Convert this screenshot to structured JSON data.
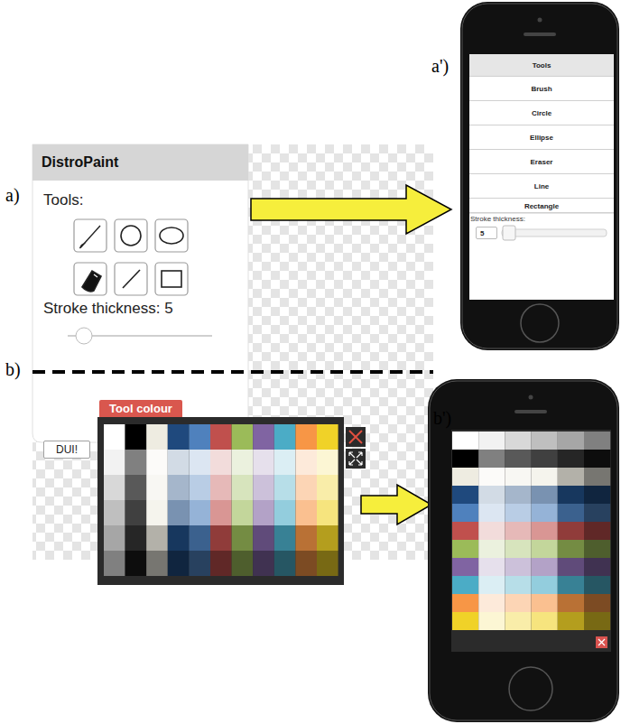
{
  "diagram": {
    "nodes": [
      {
        "text": [
          "DistroPaint",
          "Tools:",
          "Stroke thickness: 5"
        ]
      },
      {
        "text": [
          "Tools"
        ]
      },
      {
        "text": [
          "Brush"
        ]
      },
      {
        "text": [
          "Circle"
        ]
      },
      {
        "text": [
          "Ellipse"
        ]
      },
      {
        "text": [
          "Eraser"
        ]
      },
      {
        "text": [
          "Line"
        ]
      },
      {
        "text": [
          "Rectangle"
        ]
      },
      {
        "text": [
          "5"
        ]
      },
      {
        "text": [
          "Tool colour"
        ]
      },
      {
        "text": [
          "DUI!"
        ]
      }
    ],
    "labels": [
      "a)",
      "a')",
      "b)",
      "b')",
      "Stroke thickness:"
    ]
  }
}
